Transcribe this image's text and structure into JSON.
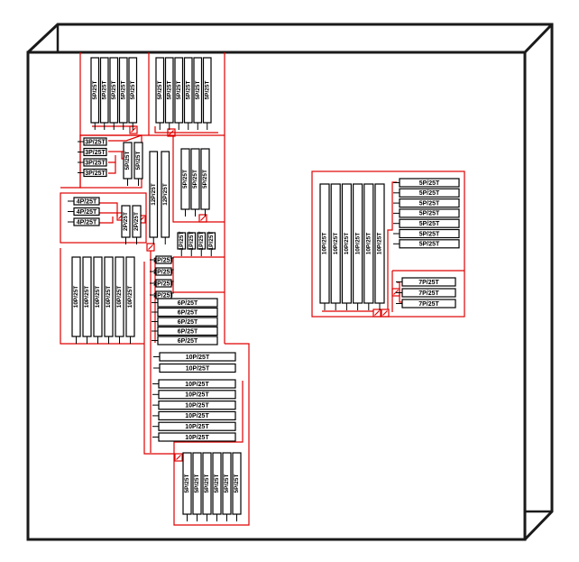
{
  "diagram": {
    "type": "terminal-box-wiring-layout",
    "colors": {
      "frame": "#1a1a1a",
      "wire": "#e00000",
      "component": "#000000",
      "background": "#ffffff"
    },
    "left_assembly": {
      "top_group_a": {
        "count": 5,
        "label": "5P/25T",
        "orientation": "vertical"
      },
      "top_group_b": {
        "count": 6,
        "label": "5P/25T",
        "orientation": "vertical"
      },
      "group_3p": {
        "count": 4,
        "label": "3P/25T",
        "orientation": "horizontal"
      },
      "pair_small_a": {
        "count": 2,
        "label": "5P/25T",
        "orientation": "vertical"
      },
      "group_4p": {
        "count": 3,
        "label": "4P/25T",
        "orientation": "horizontal"
      },
      "pair_small_b": {
        "count": 2,
        "label": "2P/25T",
        "orientation": "vertical"
      },
      "pair_tall": {
        "count": 2,
        "label": "12P/25T",
        "orientation": "vertical"
      },
      "group_mid_3": {
        "count": 3,
        "label": "5P/25T",
        "orientation": "vertical"
      },
      "group_tiny_4": {
        "count": 4,
        "label": "1P/25T",
        "orientation": "vertical"
      },
      "group_10p_left": {
        "count": 6,
        "label": "10P/25T",
        "orientation": "vertical"
      },
      "group_2p": {
        "count": 4,
        "label": "2P/25T",
        "orientation": "horizontal"
      },
      "group_6p": {
        "count": 5,
        "label": "6P/25T",
        "orientation": "horizontal"
      },
      "group_10p_pair": {
        "count": 2,
        "label": "10P/25T",
        "orientation": "horizontal"
      },
      "group_10p_stack": {
        "count": 6,
        "label": "10P/25T",
        "orientation": "horizontal"
      },
      "group_bottom": {
        "count": 6,
        "label": "5P/25T",
        "orientation": "vertical"
      }
    },
    "right_assembly": {
      "group_10p": {
        "count": 6,
        "label": "10P/25T",
        "orientation": "vertical"
      },
      "group_5p": {
        "count": 7,
        "label": "5P/25T",
        "orientation": "horizontal"
      },
      "group_7p": {
        "count": 3,
        "label": "7P/25T",
        "orientation": "horizontal"
      }
    }
  }
}
